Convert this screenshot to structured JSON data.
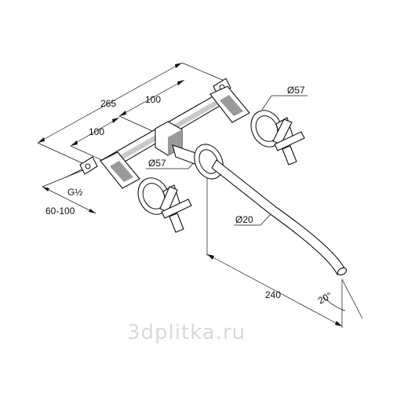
{
  "dimensions": {
    "overall_width": "265",
    "spacing_upper": "100",
    "spacing_lower": "100",
    "rosette_right": "Ø57",
    "rosette_center": "Ø57",
    "spout_diameter": "Ø20",
    "connection": "G½",
    "wall_depth": "60-100",
    "spout_length": "240",
    "spout_angle": "20°"
  },
  "watermark": "3dplitka.ru"
}
